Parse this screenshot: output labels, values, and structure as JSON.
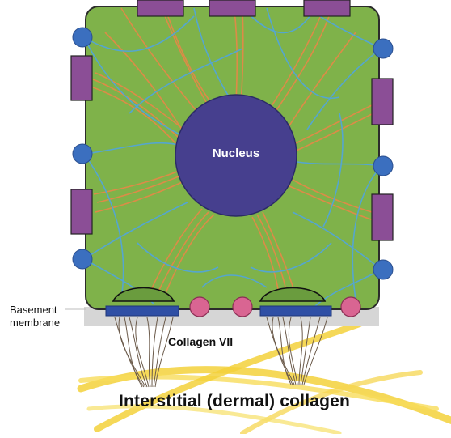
{
  "labels": {
    "nucleus": "Nucleus",
    "basement_membrane_line1": "Basement",
    "basement_membrane_line2": "membrane",
    "collagen_vii": "Collagen VII",
    "dermal_collagen": "Interstitial (dermal) collagen"
  },
  "colors": {
    "cytoplasm": "#7fb24a",
    "cell_border": "#2b2b2b",
    "nucleus": "#463f8e",
    "keratin": "#e88747",
    "microtubule": "#55a6cf",
    "junction_rect": "#8b4e96",
    "desmosome_circle": "#3b6fbf",
    "integrin_circle": "#d96592",
    "hemidesmosome_plate": "#2f4fa5",
    "basement_membrane": "#d6d6d6",
    "anchoring_fibril": "#6b5a4a",
    "dermal_collagen": "#f3d13b"
  }
}
